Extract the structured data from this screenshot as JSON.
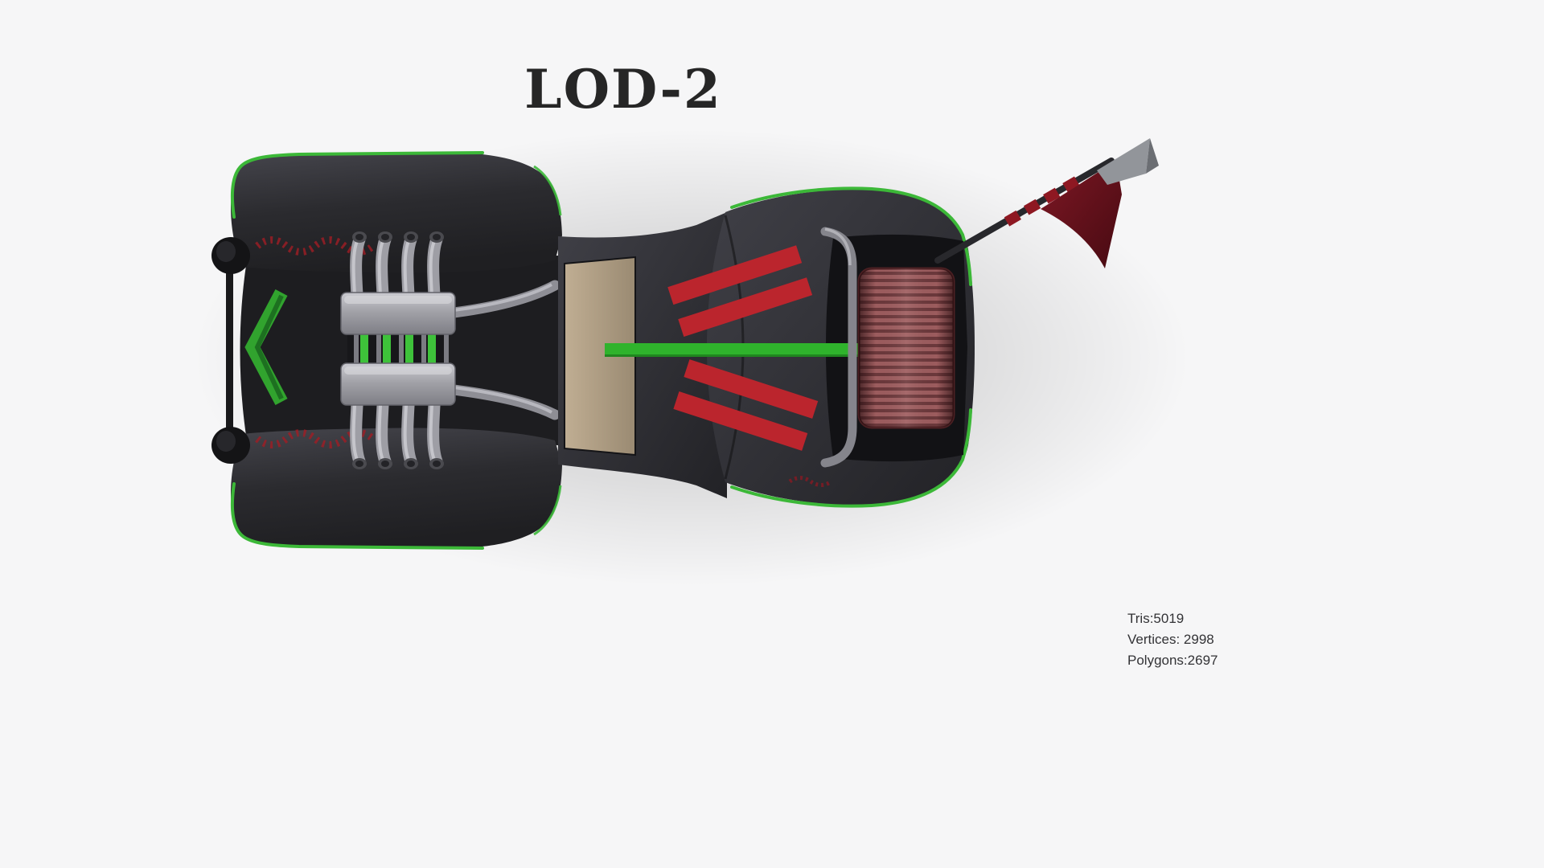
{
  "page": {
    "title": "LOD-2",
    "background": "#f6f6f7"
  },
  "stats": {
    "tris": "Tris:5019",
    "vertices": "Vertices: 2998",
    "polygons": "Polygons:2697"
  },
  "colors": {
    "body_dark": "#2b2b2f",
    "accent_green": "#3cb838",
    "stripe_red": "#bb252d",
    "radiator_red": "#8c4e50",
    "seat_tan": "#b3a289",
    "pipe_gray": "#9e9ea5",
    "flag_red": "#6b1220",
    "flag_tip_gray": "#92959a",
    "title_color": "#262626"
  }
}
